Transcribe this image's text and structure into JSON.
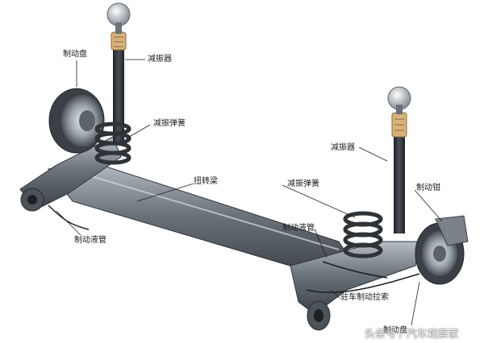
{
  "labels": {
    "brake_disc": "制动盘",
    "shock_absorber_left": "减振器",
    "shock_spring_left": "减振弹簧",
    "torsion_beam": "扭转梁",
    "brake_line_left": "制动液管",
    "shock_absorber_right": "减振器",
    "shock_spring_right": "减振弹簧",
    "brake_caliper": "制动钳",
    "brake_line_right": "制动液管",
    "parking_cable": "驻车制动拉索",
    "brake_drum_partial": "制动盘"
  },
  "watermark": "头条号 / 汽车观察家",
  "colors": {
    "beam": "#5d646c",
    "beam_highlight": "#a9b1b8",
    "spring": "#3a3f45",
    "bump_stop": "#d8b27a",
    "leader": "#222222"
  }
}
